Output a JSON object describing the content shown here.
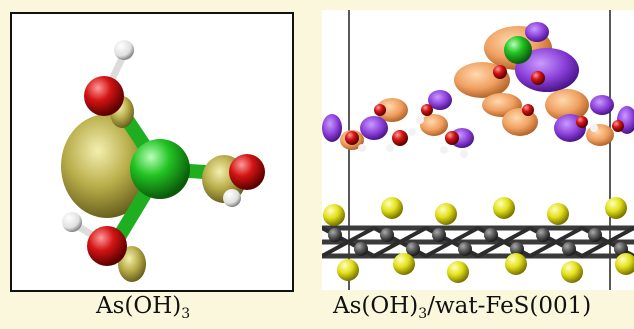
{
  "panels": {
    "left": {
      "caption_main": "As(OH)",
      "caption_sub": "3"
    },
    "right": {
      "caption_main": "As(OH)",
      "caption_sub": "3",
      "caption_rest": "/wat-FeS(001)"
    }
  },
  "colors": {
    "background": "#fbf7dc",
    "arsenic": "#22c322",
    "oxygen": "#d41414",
    "hydrogen": "#f2f2f2",
    "lone_pair_lobe": "#b8ad4a",
    "charge_accumulation": "#f0a060",
    "charge_depletion": "#8b3fd9",
    "sulfur": "#e3e01a",
    "iron": "#555555"
  }
}
